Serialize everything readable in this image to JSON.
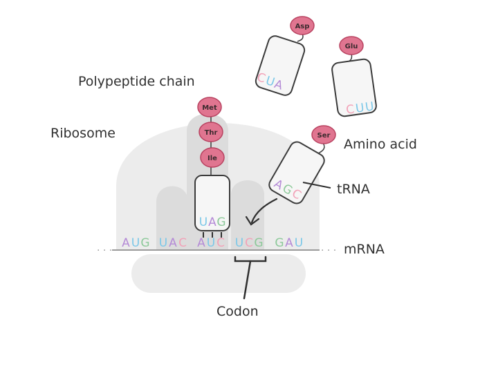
{
  "labels": {
    "polypeptide_chain": "Polypeptide chain",
    "ribosome": "Ribosome",
    "amino_acid": "Amino acid",
    "trna": "tRNA",
    "mrna": "mRNA",
    "codon": "Codon"
  },
  "amino_acids": {
    "chain": [
      "Met",
      "Thr",
      "Ile"
    ],
    "incoming_trna": "Ser",
    "free_top": "Asp",
    "free_right": "Glu"
  },
  "anticodons": {
    "bound": "UAG",
    "incoming": "AGC",
    "free_top": "CUA",
    "free_right": "CUU"
  },
  "mrna_sequence": "AUGUACAUCUCGGAU",
  "colors": {
    "A": "#b48ad6",
    "U": "#7cc8e8",
    "C": "#f2a2b8",
    "G": "#8dc99a",
    "amino_acid_fill": "#e07590",
    "amino_acid_stroke": "#b8415f",
    "ribosome": "#ececec",
    "ribosome_inner": "#dcdcdc",
    "trna_fill": "#f6f6f6",
    "ink": "#2f2f2f"
  }
}
